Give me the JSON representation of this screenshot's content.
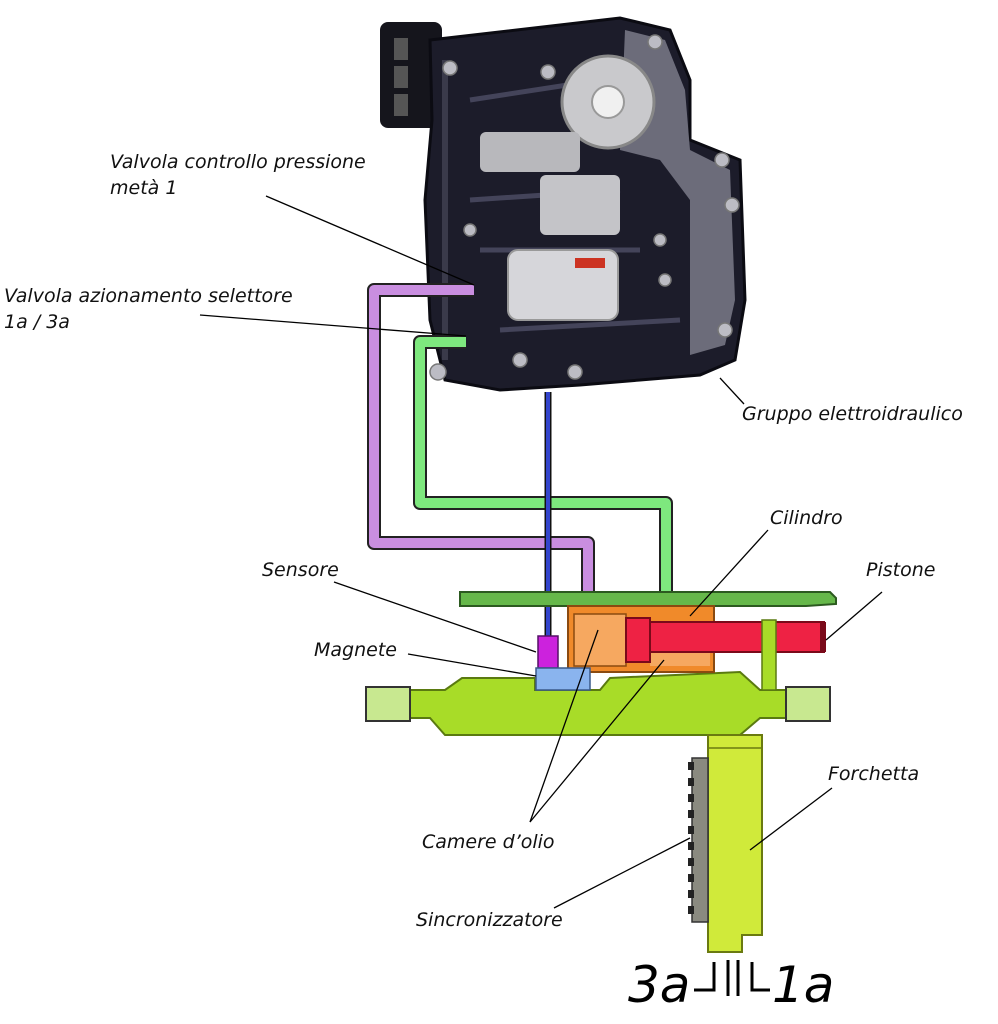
{
  "labels": {
    "valvola_pressione_line1": "Valvola controllo pressione",
    "valvola_pressione_line2": "metà 1",
    "valvola_selettore_line1": "Valvola azionamento selettore",
    "valvola_selettore_line2": "1a / 3a",
    "gruppo": "Gruppo elettroidraulico",
    "cilindro": "Cilindro",
    "pistone": "Pistone",
    "sensore": "Sensore",
    "magnete": "Magnete",
    "forchetta": "Forchetta",
    "camere_olio": "Camere d’olio",
    "sincronizzatore": "Sincronizzatore",
    "gear_left": "3a",
    "gear_right": "1a"
  },
  "colors": {
    "pipe_purple": "#c98ee0",
    "pipe_green": "#7ee87e",
    "pipe_blue": "#3344cc",
    "base_plate": "#66b84a",
    "cylinder_outer": "#f08a2a",
    "cylinder_inner": "#f6a860",
    "piston": "#ee2244",
    "rail": "#a8dc28",
    "rail_ends": "#c8e890",
    "fork": "#d0ea3a",
    "synchronizer": "#8a8a80",
    "sensor": "#cc22dd",
    "magnet": "#8ab4ee",
    "housing": "#1c1c2a"
  }
}
